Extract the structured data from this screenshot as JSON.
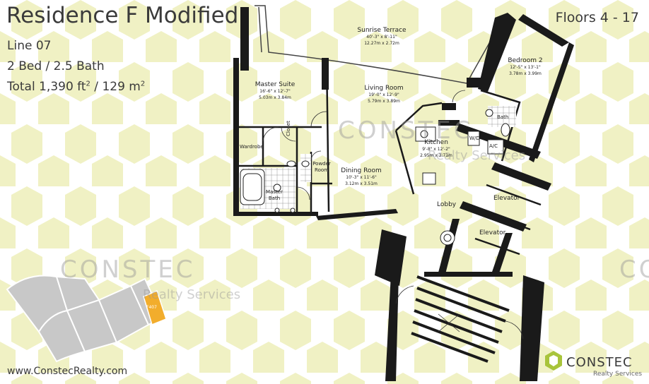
{
  "header": {
    "title": "Residence F Modified",
    "line": "Line 07",
    "beds_baths": "2 Bed / 2.5 Bath",
    "total_prefix": "Total 1,390 ft",
    "total_mid": " / 129 m",
    "superscript": "2",
    "floors": "Floors 4 - 17"
  },
  "rooms": {
    "terrace": {
      "name": "Sunrise Terrace",
      "dim_ft": "40'-3\" x 8'-11\"",
      "dim_m": "12.27m x 2.72m"
    },
    "master": {
      "name": "Master Suite",
      "dim_ft": "16'-6\" x 12'-7\"",
      "dim_m": "5.03m x 3.84m"
    },
    "living": {
      "name": "Living Room",
      "dim_ft": "19'-0\" x 12'-9\"",
      "dim_m": "5.79m x 3.89m"
    },
    "bedroom2": {
      "name": "Bedroom 2",
      "dim_ft": "12'-5\" x 13'-1\"",
      "dim_m": "3.78m x 3.99m"
    },
    "kitchen": {
      "name": "Kitchen",
      "dim_ft": "9'-8\" x 12'-2\"",
      "dim_m": "2.95m x 3.71m"
    },
    "dining": {
      "name": "Dining Room",
      "dim_ft": "10'-3\" x 11'-6\"",
      "dim_m": "3.12m x 3.51m"
    }
  },
  "labels": {
    "wardrobe": "Wardrobe",
    "closet": "Closet",
    "powder": "Powder Room",
    "master_bath": "Master Bath",
    "bath": "Bath",
    "wd": "W/D",
    "ac": "A/C",
    "lobby": "Lobby",
    "elevator1": "Elevator",
    "elevator2": "Elevator"
  },
  "keyplan": {
    "unit_label": "F407"
  },
  "watermark": {
    "brand": "CONSTEC",
    "sub": "Realty Services"
  },
  "footer": {
    "url": "www.ConstecRealty.com"
  },
  "logo": {
    "brand": "CONSTEC",
    "sub": "Realty Services"
  },
  "colors": {
    "hexagon": "#f0f1c4",
    "text": "#3a3a3a",
    "wall": "#1a1a1a",
    "highlight": "#f2ad2c",
    "logo_green": "#a8c43b",
    "keyplan_gray": "#c8c8c8"
  }
}
